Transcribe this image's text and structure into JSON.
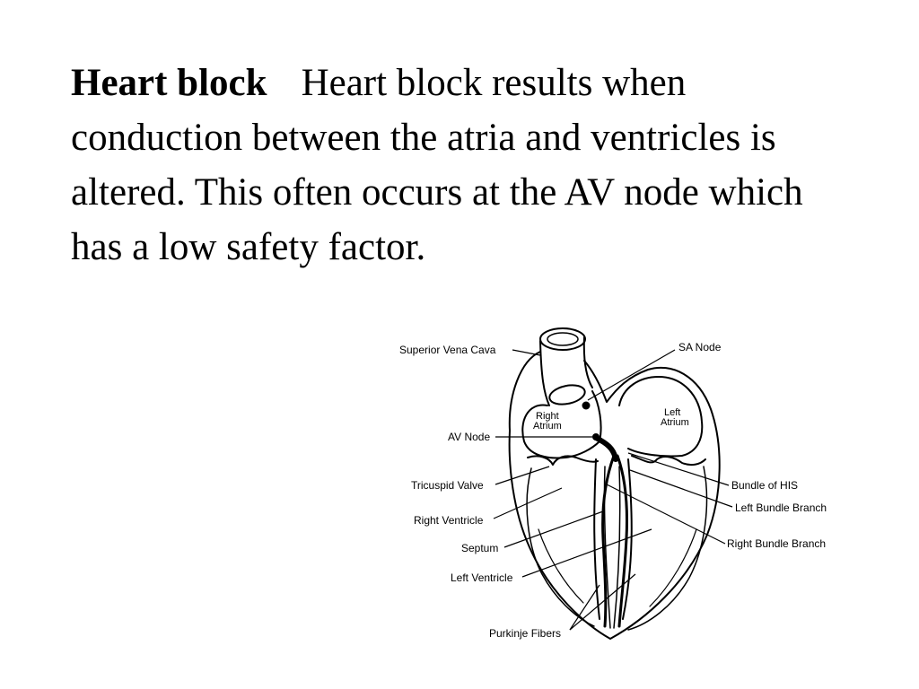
{
  "slide": {
    "term": "Heart block",
    "description": "Heart block results when conduction between the atria and ventricles is altered.  This often occurs at the AV node which has a low safety factor."
  },
  "diagram": {
    "labels": {
      "superior_vena_cava": "Superior Vena Cava",
      "sa_node": "SA Node",
      "right_atrium_1": "Right",
      "right_atrium_2": "Atrium",
      "left_atrium_1": "Left",
      "left_atrium_2": "Atrium",
      "av_node": "AV Node",
      "tricuspid_valve": "Tricuspid Valve",
      "right_ventricle": "Right Ventricle",
      "septum": "Septum",
      "left_ventricle": "Left Ventricle",
      "purkinje_fibers": "Purkinje Fibers",
      "bundle_of_his": "Bundle of HIS",
      "left_bundle_branch": "Left Bundle Branch",
      "right_bundle_branch": "Right Bundle Branch"
    }
  }
}
